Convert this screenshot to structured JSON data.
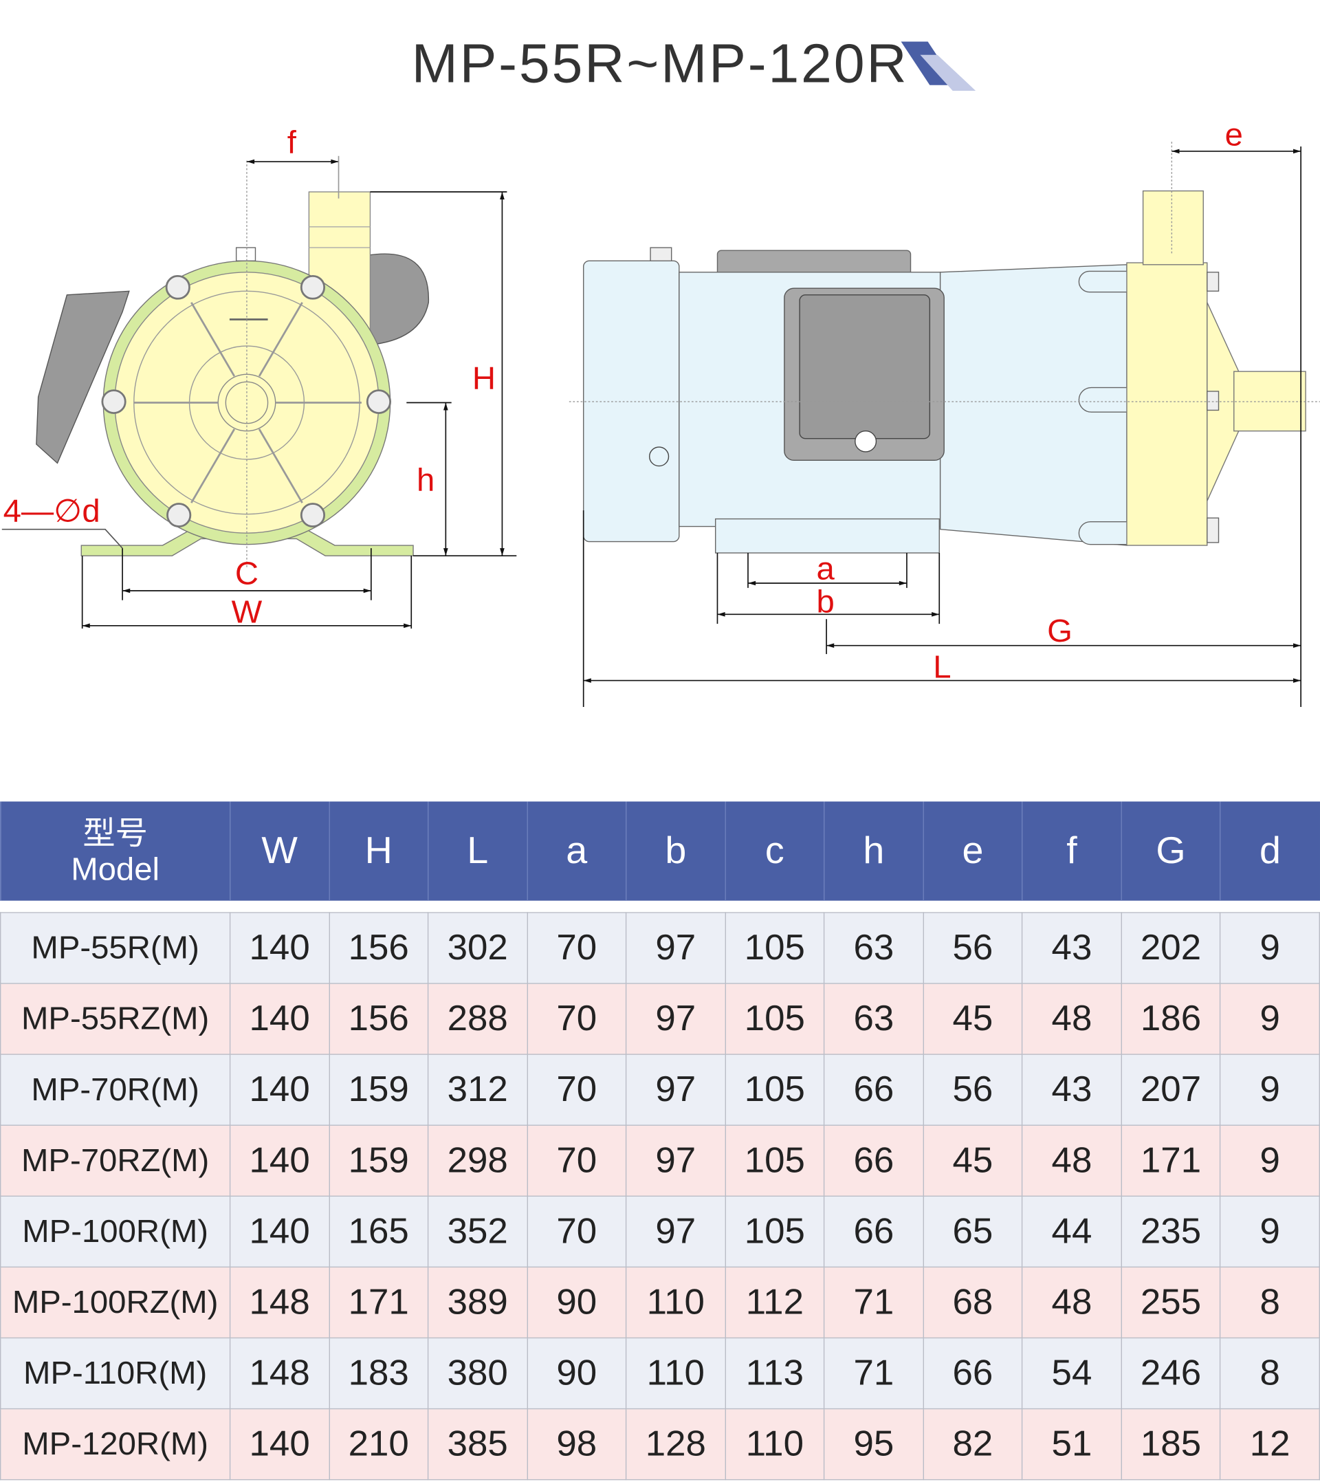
{
  "title": "MP-55R~MP-120R",
  "colors": {
    "header_bg": "#4a5fa5",
    "row_odd": "#eceff6",
    "row_even": "#fbe6e6",
    "dim_label": "#e01010",
    "body_blue": "#e6f4fa",
    "pump_yellow": "#fffbc0"
  },
  "drawing_labels": {
    "f": "f",
    "H": "H",
    "h": "h",
    "hole": "4—∅d",
    "C": "C",
    "W": "W",
    "e": "e",
    "a": "a",
    "b": "b",
    "G": "G",
    "L": "L"
  },
  "table": {
    "header_model_cn": "型号",
    "header_model_en": "Model",
    "columns": [
      "W",
      "H",
      "L",
      "a",
      "b",
      "c",
      "h",
      "e",
      "f",
      "G",
      "d"
    ],
    "rows": [
      {
        "model": "MP-55R(M)",
        "values": [
          "140",
          "156",
          "302",
          "70",
          "97",
          "105",
          "63",
          "56",
          "43",
          "202",
          "9"
        ]
      },
      {
        "model": "MP-55RZ(M)",
        "values": [
          "140",
          "156",
          "288",
          "70",
          "97",
          "105",
          "63",
          "45",
          "48",
          "186",
          "9"
        ]
      },
      {
        "model": "MP-70R(M)",
        "values": [
          "140",
          "159",
          "312",
          "70",
          "97",
          "105",
          "66",
          "56",
          "43",
          "207",
          "9"
        ]
      },
      {
        "model": "MP-70RZ(M)",
        "values": [
          "140",
          "159",
          "298",
          "70",
          "97",
          "105",
          "66",
          "45",
          "48",
          "171",
          "9"
        ]
      },
      {
        "model": "MP-100R(M)",
        "values": [
          "140",
          "165",
          "352",
          "70",
          "97",
          "105",
          "66",
          "65",
          "44",
          "235",
          "9"
        ]
      },
      {
        "model": "MP-100RZ(M)",
        "values": [
          "148",
          "171",
          "389",
          "90",
          "110",
          "112",
          "71",
          "68",
          "48",
          "255",
          "8"
        ]
      },
      {
        "model": "MP-110R(M)",
        "values": [
          "148",
          "183",
          "380",
          "90",
          "110",
          "113",
          "71",
          "66",
          "54",
          "246",
          "8"
        ]
      },
      {
        "model": "MP-120R(M)",
        "values": [
          "140",
          "210",
          "385",
          "98",
          "128",
          "110",
          "95",
          "82",
          "51",
          "185",
          "12"
        ]
      }
    ]
  }
}
